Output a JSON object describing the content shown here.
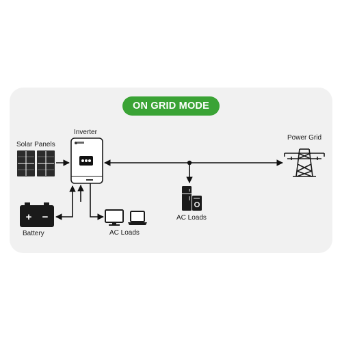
{
  "mode": {
    "label": "ON GRID MODE",
    "color": "#3aa335"
  },
  "nodes": {
    "solar_panels": {
      "label": "Solar Panels",
      "icon": "solar-panel-icon"
    },
    "inverter": {
      "label": "Inverter",
      "icon": "inverter-icon"
    },
    "battery": {
      "label": "Battery",
      "icon": "battery-icon",
      "symbols": [
        "+",
        "−"
      ]
    },
    "ac_loads_home": {
      "label": "AC Loads",
      "icon": "monitor-laptop-icon"
    },
    "ac_loads_grid": {
      "label": "AC Loads",
      "icon": "fridge-washer-icon"
    },
    "power_grid": {
      "label": "Power Grid",
      "icon": "transmission-tower-icon"
    }
  },
  "colors": {
    "panel_background": "#f1f1f1",
    "line": "#111111"
  }
}
